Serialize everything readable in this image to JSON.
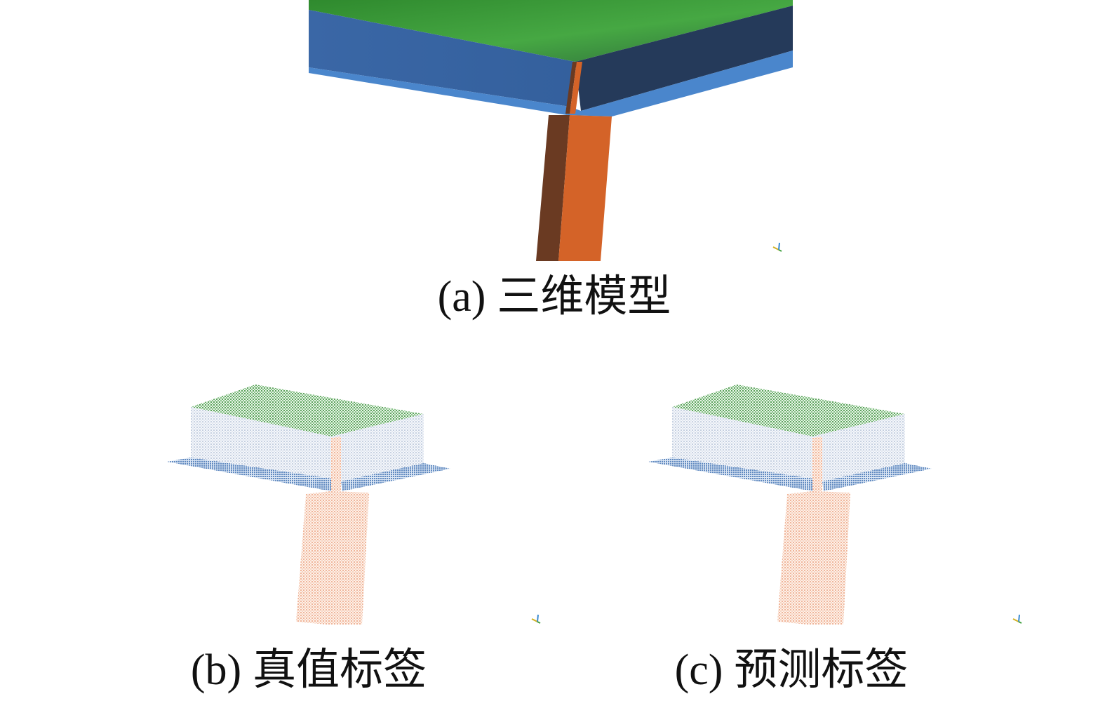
{
  "figure": {
    "panels": [
      {
        "id": "a",
        "label": "(a)",
        "caption": "三维模型",
        "render": "solid-model"
      },
      {
        "id": "b",
        "label": "(b)",
        "caption": "真值标签",
        "render": "point-cloud"
      },
      {
        "id": "c",
        "label": "(c)",
        "caption": "预测标签",
        "render": "point-cloud"
      }
    ],
    "class_colors": {
      "slab_top": "#3f9f3c",
      "slab_side": "#3a68a8",
      "slab_side_dark": "#253a5a",
      "slab_edge": "#4a86cc",
      "column_dark": "#6a3a22",
      "column_light": "#d46328",
      "cloud_top": "#2e8b2e",
      "cloud_side": "#9fb3cf",
      "cloud_flange": "#3a6db0",
      "cloud_column": "#e88a60"
    },
    "axes_icon": "coordinate-axes-icon"
  }
}
